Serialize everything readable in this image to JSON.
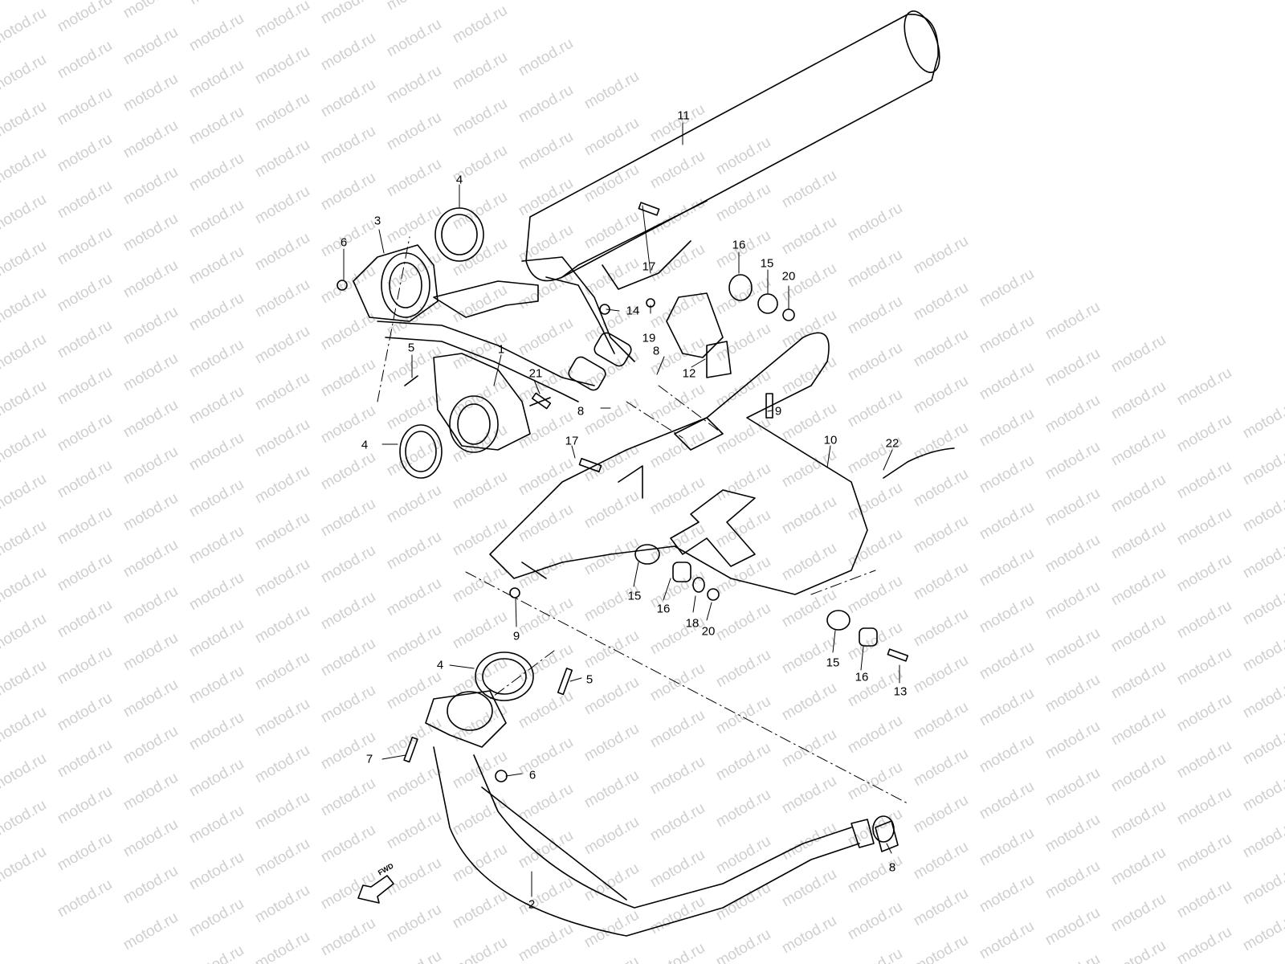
{
  "watermark": "motod.ru",
  "fwd_label": "FWD",
  "callouts": [
    "11",
    "4",
    "3",
    "6",
    "16",
    "15",
    "20",
    "17",
    "14",
    "19",
    "5",
    "1",
    "8",
    "12",
    "21",
    "9",
    "8",
    "4",
    "17",
    "10",
    "22",
    "15",
    "16",
    "18",
    "20",
    "9",
    "15",
    "16",
    "13",
    "4",
    "5",
    "7",
    "6",
    "8",
    "2"
  ]
}
